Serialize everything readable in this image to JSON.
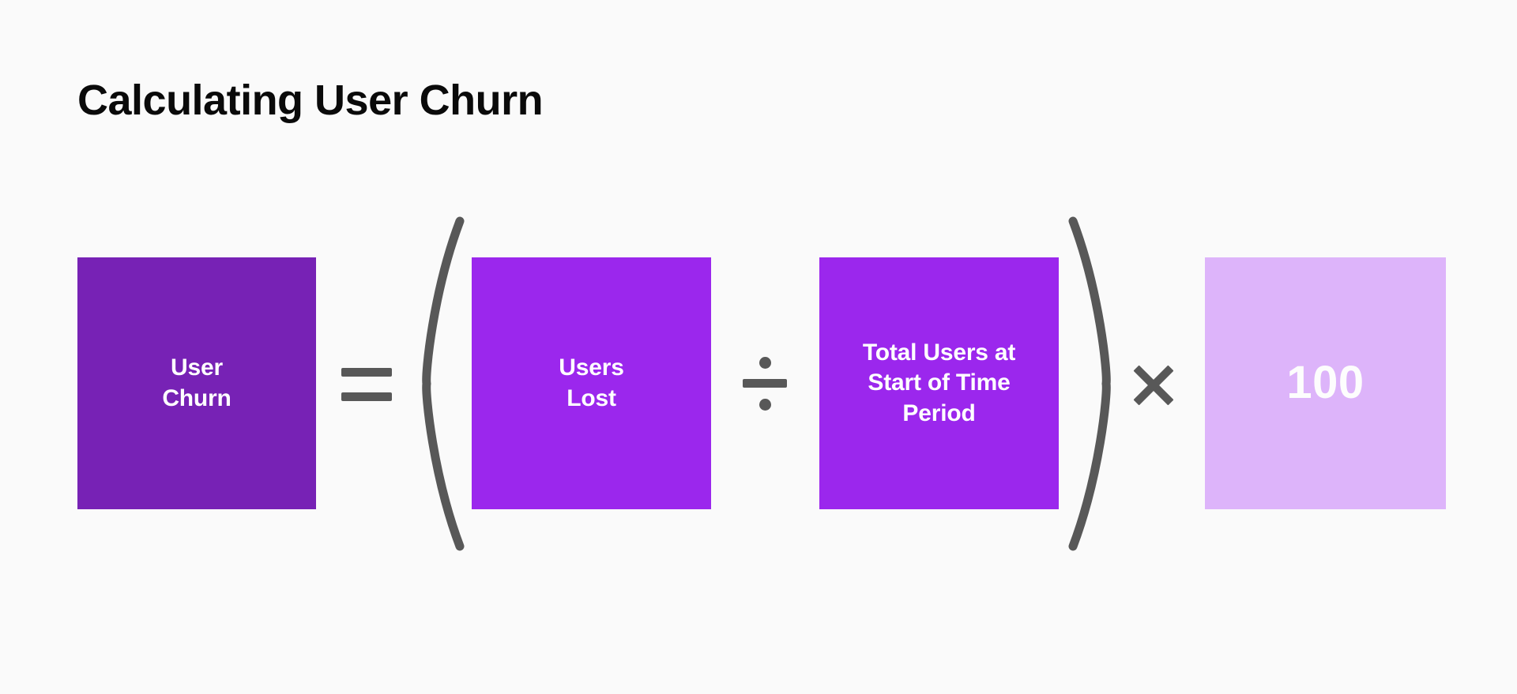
{
  "page": {
    "title": "Calculating User Churn",
    "background_color": "#FAFAFA"
  },
  "colors": {
    "box_primary_dark": "#7722B5",
    "box_primary": "#9B27ED",
    "box_light": "#DDB4FA",
    "operator": "#585858",
    "text_on_box": "#FFFFFF",
    "title_text": "#0A0A0A"
  },
  "formula": {
    "result": {
      "label": "User\nChurn",
      "line1": "User",
      "line2": "Churn",
      "color": "#7722B5"
    },
    "equals_symbol": "=",
    "open_paren": "(",
    "numerator": {
      "line1": "Users",
      "line2": "Lost",
      "color": "#9B27ED"
    },
    "divide_symbol": "÷",
    "denominator": {
      "line1": "Total Users at",
      "line2": "Start of Time",
      "line3": "Period",
      "color": "#9B27ED"
    },
    "close_paren": ")",
    "multiply_symbol": "×",
    "multiplier": {
      "value": "100",
      "color": "#DDB4FA"
    }
  }
}
